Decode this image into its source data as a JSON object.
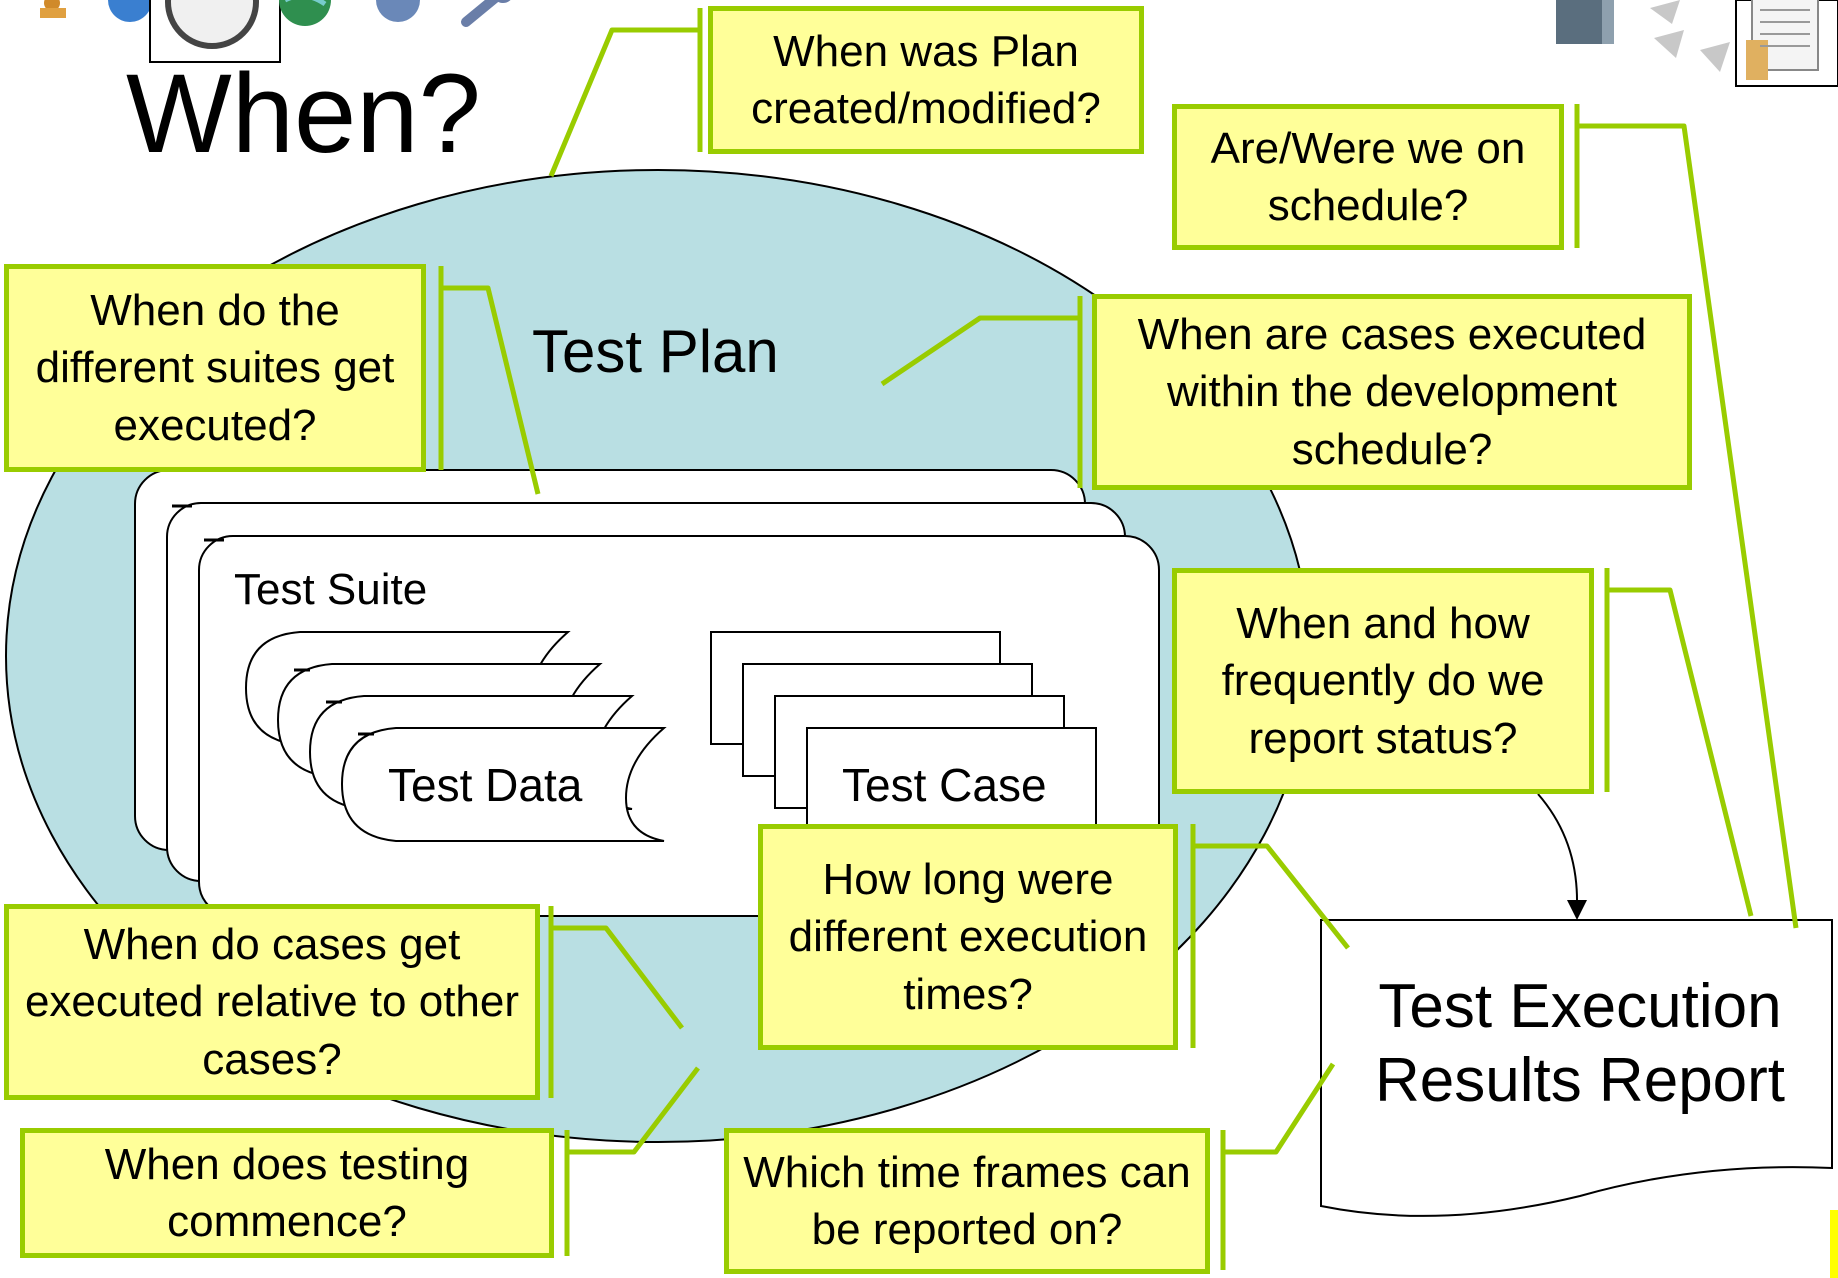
{
  "title": "When?",
  "test_plan_label": "Test Plan",
  "test_suite_label": "Test Suite",
  "test_data_label": "Test Data",
  "test_case_label": "Test Case",
  "report_label_line1": "Test Execution",
  "report_label_line2": "Results Report",
  "callouts": {
    "plan_created": "When was Plan created/modified?",
    "on_schedule": "Are/Were we on schedule?",
    "suites_executed": "When do the different suites get executed?",
    "cases_in_schedule": "When are cases executed within the development schedule?",
    "report_frequency": "When and how frequently do we report status?",
    "execution_times": "How long were different execution times?",
    "relative_cases": "When do cases get executed relative to other cases?",
    "testing_commence": "When does testing commence?",
    "time_frames": "Which time frames can be reported on?"
  },
  "colors": {
    "callout_fill": "#ffff99",
    "callout_border": "#99cc00",
    "ellipse_fill": "#b9dfe3",
    "connector": "#99cc00"
  },
  "icons": [
    "user-icon",
    "info-icon",
    "clock-icon",
    "globe-icon",
    "help-icon",
    "tools-icon",
    "server-icon",
    "document-icon"
  ]
}
